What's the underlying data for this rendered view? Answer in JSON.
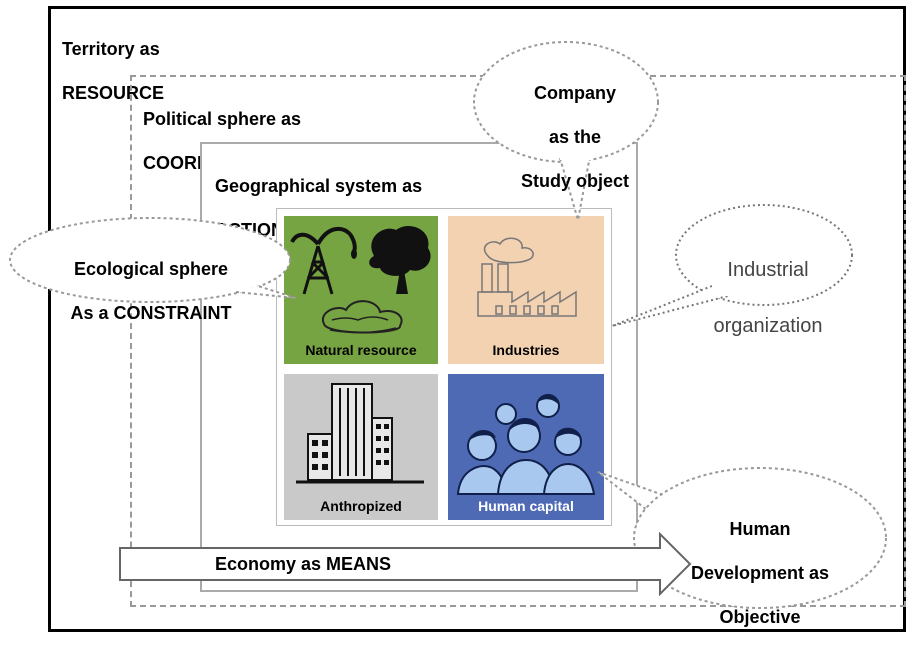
{
  "territory": {
    "line1": "Territory as",
    "line2": "RESOURCE"
  },
  "political": {
    "line1": "Political sphere as",
    "line2": "COORDINATOR"
  },
  "geographical": {
    "line1": "Geographical system as",
    "line2": "ACTION PERIMETER"
  },
  "tiles": {
    "natural": {
      "label": "Natural resource",
      "color": "#77a443"
    },
    "industries": {
      "label": "Industries",
      "color": "#f3d2b2"
    },
    "anthropized": {
      "label": "Anthropized",
      "color": "#c9c9c9"
    },
    "human": {
      "label": "Human capital",
      "color": "#4f6ab5"
    }
  },
  "callouts": {
    "company": {
      "line1": "Company",
      "line2": "as the",
      "line3": "Study object"
    },
    "ecological": {
      "line1": "Ecological sphere",
      "line2": "As a CONSTRAINT"
    },
    "industrial": {
      "line1": "Industrial",
      "line2": "organization"
    },
    "human_dev": {
      "line1": "Human",
      "line2": "Development as",
      "line3": "Objective"
    }
  },
  "economy": {
    "label": "Economy as MEANS"
  }
}
